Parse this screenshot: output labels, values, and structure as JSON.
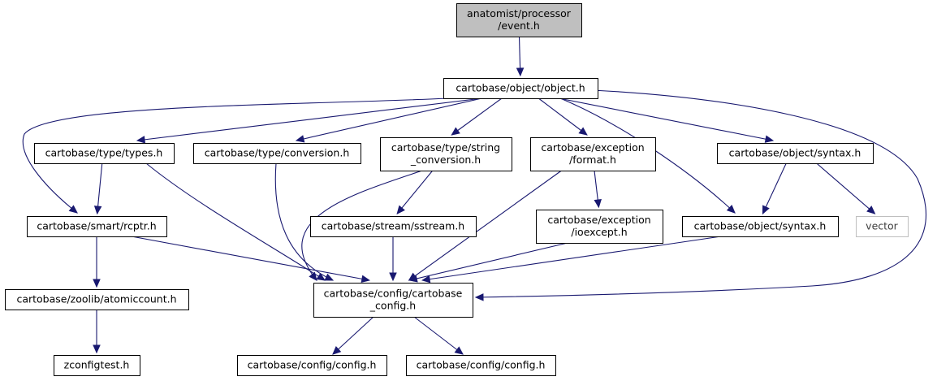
{
  "graph": {
    "nodes": [
      {
        "id": "n0",
        "lines": [
          "anatomist/processor",
          "/event.h"
        ],
        "kind": "root"
      },
      {
        "id": "n1",
        "lines": [
          "cartobase/object/object.h"
        ]
      },
      {
        "id": "n2",
        "lines": [
          "cartobase/type/types.h"
        ]
      },
      {
        "id": "n3",
        "lines": [
          "cartobase/type/conversion.h"
        ]
      },
      {
        "id": "n4",
        "lines": [
          "cartobase/type/string",
          "_conversion.h"
        ]
      },
      {
        "id": "n5",
        "lines": [
          "cartobase/exception",
          "/format.h"
        ]
      },
      {
        "id": "n6",
        "lines": [
          "cartobase/object/syntax.h"
        ]
      },
      {
        "id": "n7",
        "lines": [
          "cartobase/smart/rcptr.h"
        ]
      },
      {
        "id": "n8",
        "lines": [
          "cartobase/stream/sstream.h"
        ]
      },
      {
        "id": "n9",
        "lines": [
          "cartobase/exception",
          "/ioexcept.h"
        ]
      },
      {
        "id": "n10",
        "lines": [
          "cartobase/object/syntax.h"
        ]
      },
      {
        "id": "n11",
        "lines": [
          "vector"
        ],
        "kind": "ext"
      },
      {
        "id": "n12",
        "lines": [
          "cartobase/zoolib/atomiccount.h"
        ]
      },
      {
        "id": "n13",
        "lines": [
          "cartobase/config/cartobase",
          "_config.h"
        ]
      },
      {
        "id": "n14",
        "lines": [
          "zconfigtest.h"
        ]
      },
      {
        "id": "n15",
        "lines": [
          "cartobase/config/config.h"
        ]
      },
      {
        "id": "n16",
        "lines": [
          "cartobase/config/config.h"
        ]
      }
    ],
    "edges": [
      [
        "n0",
        "n1"
      ],
      [
        "n1",
        "n2"
      ],
      [
        "n1",
        "n3"
      ],
      [
        "n1",
        "n4"
      ],
      [
        "n1",
        "n5"
      ],
      [
        "n1",
        "n6"
      ],
      [
        "n1",
        "n7"
      ],
      [
        "n1",
        "n10"
      ],
      [
        "n1",
        "n13"
      ],
      [
        "n2",
        "n7"
      ],
      [
        "n2",
        "n13"
      ],
      [
        "n3",
        "n13"
      ],
      [
        "n4",
        "n8"
      ],
      [
        "n4",
        "n13"
      ],
      [
        "n5",
        "n9"
      ],
      [
        "n5",
        "n13"
      ],
      [
        "n6",
        "n10"
      ],
      [
        "n6",
        "n11"
      ],
      [
        "n7",
        "n12"
      ],
      [
        "n7",
        "n13"
      ],
      [
        "n8",
        "n13"
      ],
      [
        "n9",
        "n13"
      ],
      [
        "n10",
        "n13"
      ],
      [
        "n12",
        "n14"
      ],
      [
        "n13",
        "n15"
      ],
      [
        "n13",
        "n16"
      ]
    ]
  }
}
